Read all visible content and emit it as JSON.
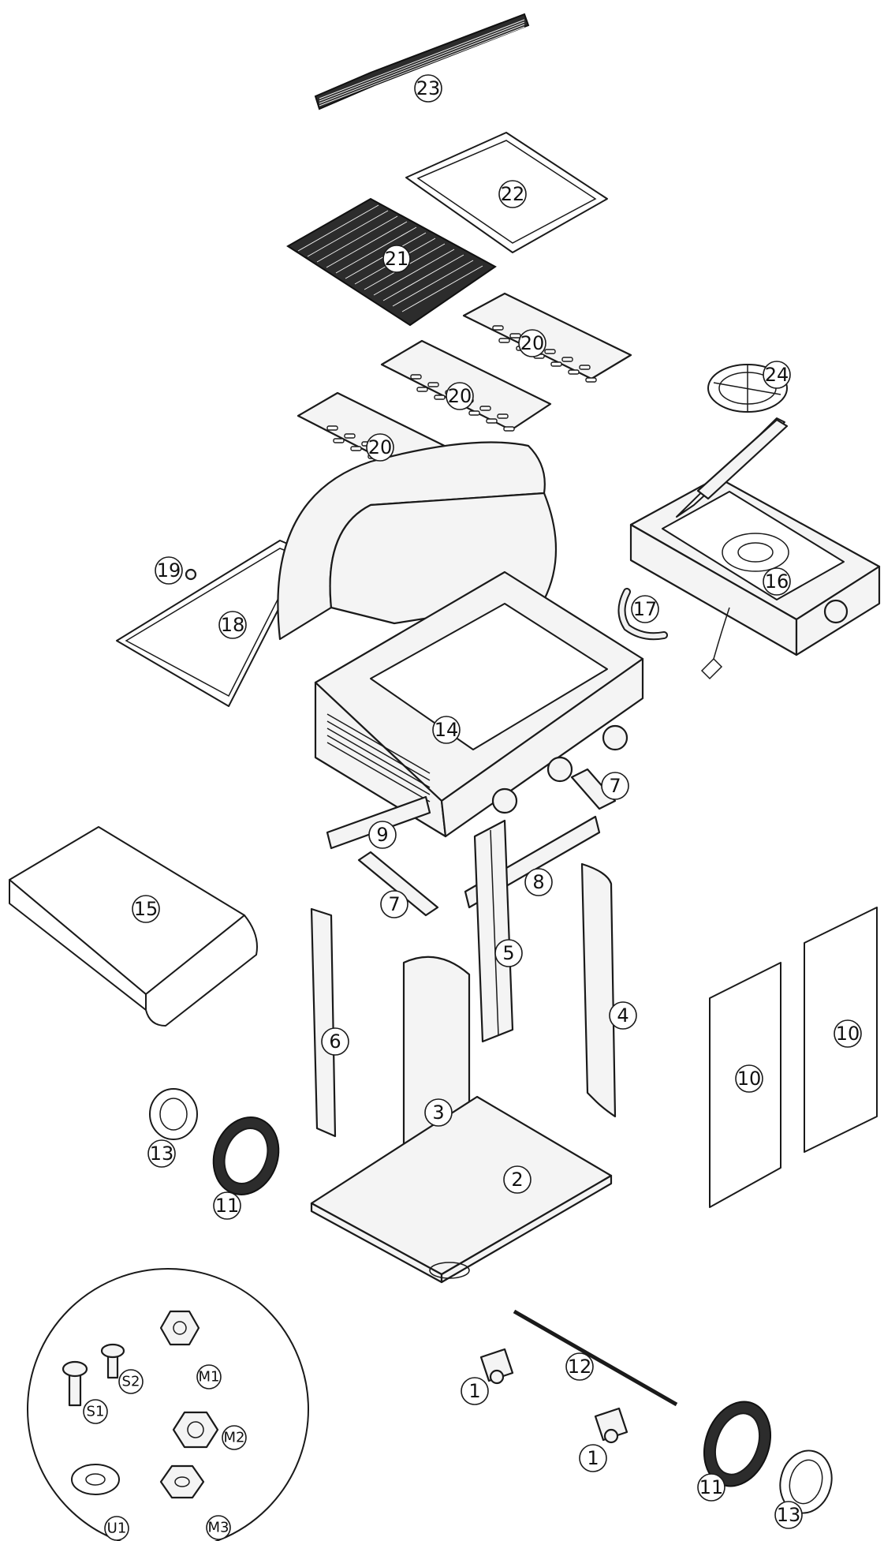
{
  "callouts": [
    {
      "id": "c23",
      "label": "23"
    },
    {
      "id": "c22",
      "label": "22"
    },
    {
      "id": "c21",
      "label": "21"
    },
    {
      "id": "c20a",
      "label": "20"
    },
    {
      "id": "c20b",
      "label": "20"
    },
    {
      "id": "c20c",
      "label": "20"
    },
    {
      "id": "c24",
      "label": "24"
    },
    {
      "id": "c19",
      "label": "19"
    },
    {
      "id": "c18",
      "label": "18"
    },
    {
      "id": "c16",
      "label": "16"
    },
    {
      "id": "c17",
      "label": "17"
    },
    {
      "id": "c14",
      "label": "14"
    },
    {
      "id": "c7a",
      "label": "7"
    },
    {
      "id": "c9",
      "label": "9"
    },
    {
      "id": "c8",
      "label": "8"
    },
    {
      "id": "c7b",
      "label": "7"
    },
    {
      "id": "c15",
      "label": "15"
    },
    {
      "id": "c5",
      "label": "5"
    },
    {
      "id": "c6",
      "label": "6"
    },
    {
      "id": "c4",
      "label": "4"
    },
    {
      "id": "c10a",
      "label": "10"
    },
    {
      "id": "c10b",
      "label": "10"
    },
    {
      "id": "c3",
      "label": "3"
    },
    {
      "id": "c13a",
      "label": "13"
    },
    {
      "id": "c11a",
      "label": "11"
    },
    {
      "id": "c2",
      "label": "2"
    },
    {
      "id": "c12",
      "label": "12"
    },
    {
      "id": "c1a",
      "label": "1"
    },
    {
      "id": "c1b",
      "label": "1"
    },
    {
      "id": "c11b",
      "label": "11"
    },
    {
      "id": "c13b",
      "label": "13"
    }
  ],
  "hardware": [
    {
      "id": "hS2",
      "label": "S2"
    },
    {
      "id": "hM1",
      "label": "M1"
    },
    {
      "id": "hS1",
      "label": "S1"
    },
    {
      "id": "hM2",
      "label": "M2"
    },
    {
      "id": "hU1",
      "label": "U1"
    },
    {
      "id": "hM3",
      "label": "M3"
    }
  ]
}
